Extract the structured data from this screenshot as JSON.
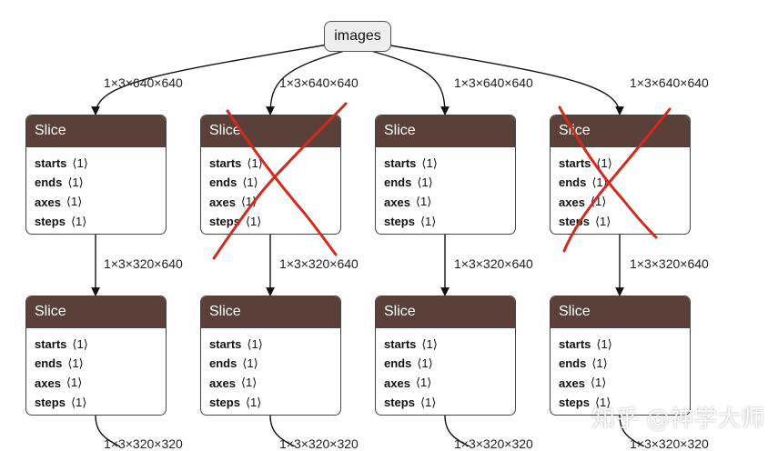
{
  "input": {
    "label": "images"
  },
  "edges_top": [
    "1×3×640×640",
    "1×3×640×640",
    "1×3×640×640",
    "1×3×640×640"
  ],
  "edges_mid": [
    "1×3×320×640",
    "1×3×320×640",
    "1×3×320×640",
    "1×3×320×640"
  ],
  "edges_bottom": [
    "1×3×320×320",
    "1×3×320×320",
    "1×3×320×320",
    "1×3×320×320"
  ],
  "row1": [
    {
      "title": "Slice",
      "crossed": false,
      "attrs": [
        {
          "name": "starts",
          "value": "⟨1⟩"
        },
        {
          "name": "ends",
          "value": "⟨1⟩"
        },
        {
          "name": "axes",
          "value": "⟨1⟩"
        },
        {
          "name": "steps",
          "value": "⟨1⟩"
        }
      ]
    },
    {
      "title": "Slice",
      "crossed": true,
      "attrs": [
        {
          "name": "starts",
          "value": "⟨1⟩"
        },
        {
          "name": "ends",
          "value": "⟨1⟩"
        },
        {
          "name": "axes",
          "value": "⟨1⟩"
        },
        {
          "name": "steps",
          "value": "⟨1⟩"
        }
      ]
    },
    {
      "title": "Slice",
      "crossed": false,
      "attrs": [
        {
          "name": "starts",
          "value": "⟨1⟩"
        },
        {
          "name": "ends",
          "value": "⟨1⟩"
        },
        {
          "name": "axes",
          "value": "⟨1⟩"
        },
        {
          "name": "steps",
          "value": "⟨1⟩"
        }
      ]
    },
    {
      "title": "Slice",
      "crossed": true,
      "attrs": [
        {
          "name": "starts",
          "value": "⟨1⟩"
        },
        {
          "name": "ends",
          "value": "⟨1⟩"
        },
        {
          "name": "axes",
          "value": "⟨1⟩"
        },
        {
          "name": "steps",
          "value": "⟨1⟩"
        }
      ]
    }
  ],
  "row2": [
    {
      "title": "Slice",
      "attrs": [
        {
          "name": "starts",
          "value": "⟨1⟩"
        },
        {
          "name": "ends",
          "value": "⟨1⟩"
        },
        {
          "name": "axes",
          "value": "⟨1⟩"
        },
        {
          "name": "steps",
          "value": "⟨1⟩"
        }
      ]
    },
    {
      "title": "Slice",
      "attrs": [
        {
          "name": "starts",
          "value": "⟨1⟩"
        },
        {
          "name": "ends",
          "value": "⟨1⟩"
        },
        {
          "name": "axes",
          "value": "⟨1⟩"
        },
        {
          "name": "steps",
          "value": "⟨1⟩"
        }
      ]
    },
    {
      "title": "Slice",
      "attrs": [
        {
          "name": "starts",
          "value": "⟨1⟩"
        },
        {
          "name": "ends",
          "value": "⟨1⟩"
        },
        {
          "name": "axes",
          "value": "⟨1⟩"
        },
        {
          "name": "steps",
          "value": "⟨1⟩"
        }
      ]
    },
    {
      "title": "Slice",
      "attrs": [
        {
          "name": "starts",
          "value": "⟨1⟩"
        },
        {
          "name": "ends",
          "value": "⟨1⟩"
        },
        {
          "name": "axes",
          "value": "⟨1⟩"
        },
        {
          "name": "steps",
          "value": "⟨1⟩"
        }
      ]
    }
  ],
  "watermark": "知乎 @神学大师",
  "colors": {
    "node_header": "#5a4039",
    "cross_mark": "#d42a1e",
    "edge": "#111111"
  }
}
